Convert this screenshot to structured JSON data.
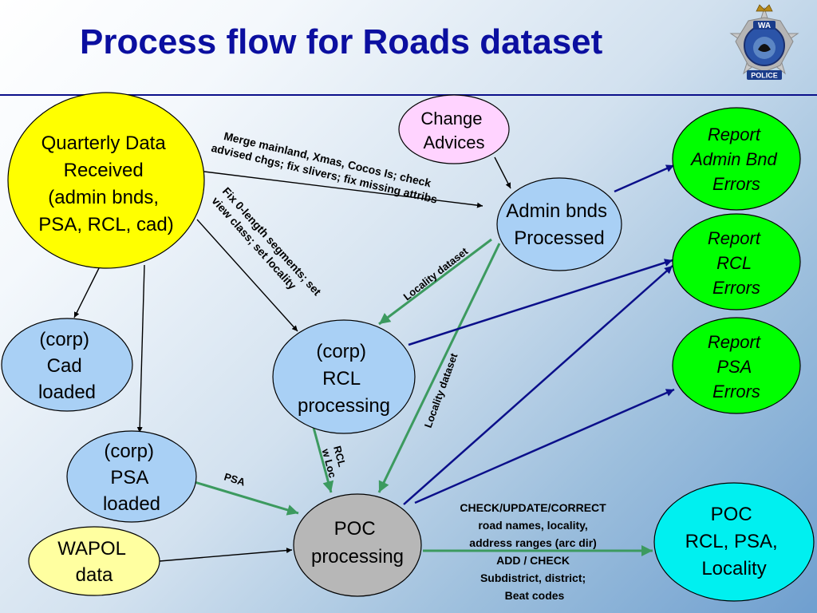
{
  "slide": {
    "title": "Process flow for Roads dataset"
  },
  "logo": {
    "top_text": "WA",
    "bottom_text": "POLICE"
  },
  "colors": {
    "title": "#0b0fa0",
    "yellow_node": "#ffff00",
    "pink_node": "#ffd3ff",
    "blue_node": "#a9d0f5",
    "green_node": "#00ff00",
    "grey_node": "#b7b7b7",
    "pale_yellow_node": "#ffffa0",
    "cyan_node": "#00f0f0",
    "green_arrow": "#3c9a5f",
    "navy_arrow": "#0b0f8a"
  },
  "nodes": {
    "quarterly": {
      "lines": [
        "Quarterly Data",
        "Received",
        "(admin bnds,",
        "PSA, RCL, cad)"
      ]
    },
    "change": {
      "lines": [
        "Change",
        "Advices"
      ]
    },
    "admin": {
      "lines": [
        "Admin bnds",
        "Processed"
      ]
    },
    "report_admin": {
      "lines": [
        "Report",
        "Admin Bnd",
        "Errors"
      ]
    },
    "report_rcl": {
      "lines": [
        "Report",
        "RCL",
        "Errors"
      ]
    },
    "report_psa": {
      "lines": [
        "Report",
        "PSA",
        "Errors"
      ]
    },
    "cad": {
      "lines": [
        "(corp)",
        "Cad",
        "loaded"
      ]
    },
    "rcl": {
      "lines": [
        "(corp)",
        "RCL",
        "processing"
      ]
    },
    "psa": {
      "lines": [
        "(corp)",
        "PSA",
        "loaded"
      ]
    },
    "poc_proc": {
      "lines": [
        "POC",
        "processing"
      ]
    },
    "wapol": {
      "lines": [
        "WAPOL",
        "data"
      ]
    },
    "poc_out": {
      "lines": [
        "POC",
        "RCL, PSA,",
        "Locality"
      ]
    }
  },
  "annotations": {
    "merge": [
      "Merge mainland, Xmas, Cocos Is; check",
      "advised chgs; fix slivers; fix missing attribs"
    ],
    "fix": [
      "Fix 0-length segments; set",
      "view class; set locality"
    ],
    "locality_1": "Locality dataset",
    "locality_2": "Locality dataset",
    "rcl_loc": [
      "RCL",
      "w Loc"
    ],
    "psa": "PSA",
    "check": [
      "CHECK/UPDATE/CORRECT",
      "road names, locality,",
      "address ranges (arc dir)",
      "ADD / CHECK",
      "Subdistrict, district;",
      "Beat codes"
    ]
  }
}
